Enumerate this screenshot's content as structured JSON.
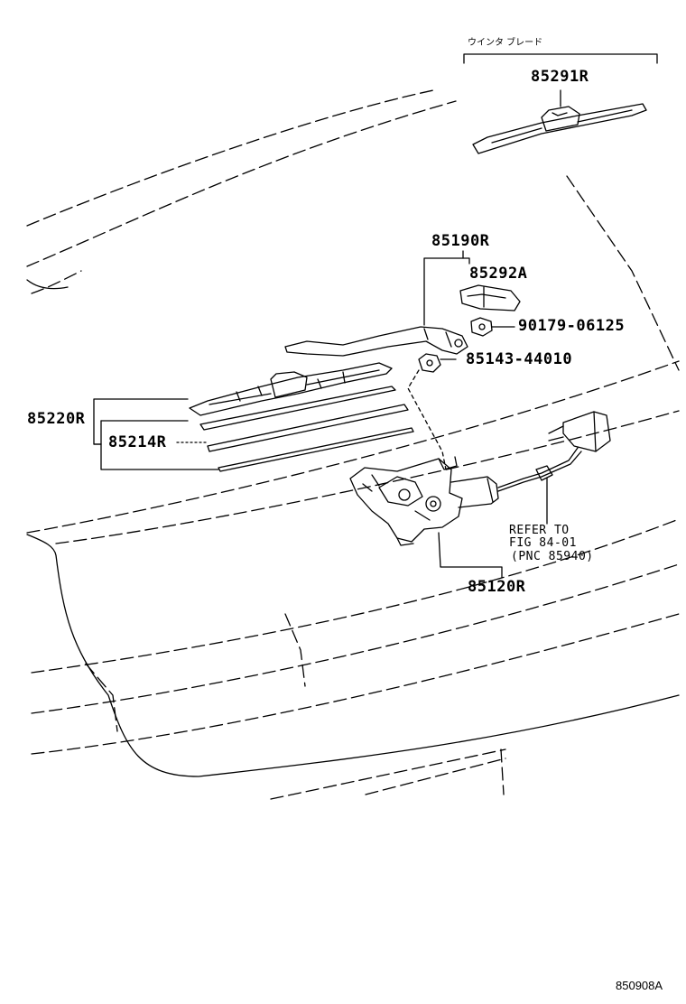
{
  "header": {
    "jp_label": "ウインタ ブレード"
  },
  "parts": {
    "p85291R": "85291R",
    "p85190R": "85190R",
    "p85292A": "85292A",
    "p90179": "90179-06125",
    "p85143": "85143-44010",
    "p85220R": "85220R",
    "p85214R": "85214R",
    "p85120R": "85120R"
  },
  "refer": {
    "line1": "REFER TO",
    "line2": "FIG 84-01",
    "line3": "(PNC 85940)"
  },
  "figure_id": "850908A",
  "colors": {
    "line": "#000000",
    "background": "#ffffff"
  }
}
